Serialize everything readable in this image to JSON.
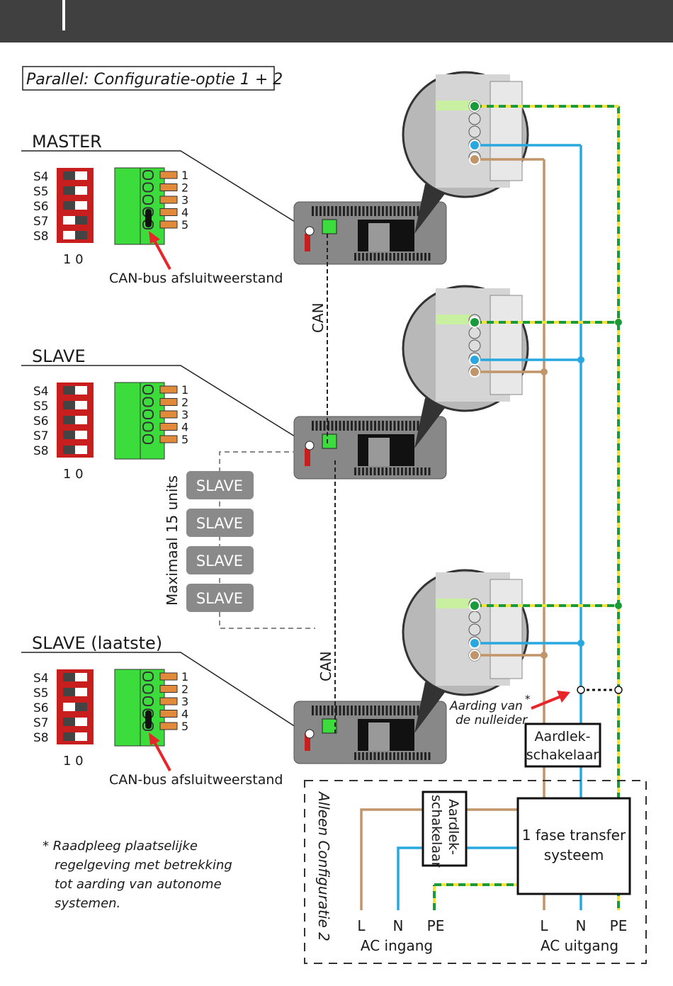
{
  "title": "Parallel: Configuratie-optie 1 + 2",
  "units": [
    {
      "label": "MASTER",
      "switches": [
        "S4",
        "S5",
        "S6",
        "S7",
        "S8"
      ],
      "switch_on": [
        true,
        true,
        true,
        false,
        false
      ],
      "terminator": true
    },
    {
      "label": "SLAVE",
      "switches": [
        "S4",
        "S5",
        "S6",
        "S7",
        "S8"
      ],
      "switch_on": [
        true,
        true,
        true,
        true,
        true
      ],
      "terminator": false
    },
    {
      "label": "SLAVE (laatste)",
      "switches": [
        "S4",
        "S5",
        "S6",
        "S7",
        "S8"
      ],
      "switch_on": [
        true,
        true,
        false,
        true,
        true
      ],
      "terminator": true
    }
  ],
  "switch_scale": "1 0",
  "terminal_pins": [
    "1",
    "2",
    "3",
    "4",
    "5"
  ],
  "terminator_label": "CAN-bus afsluitweerstand",
  "can_label": "CAN",
  "slave_stack": [
    "SLAVE",
    "SLAVE",
    "SLAVE",
    "SLAVE"
  ],
  "max_units": "Maximaal 15 units",
  "grounding_label_1": "Aarding van",
  "grounding_label_2": "de nulleider",
  "asterisk": "*",
  "rcd_1": "Aardlek-",
  "rcd_2": "schakelaar",
  "config2_label": "Alleen Configuratie 2",
  "transfer_1": "1 fase transfer",
  "transfer_2": "systeem",
  "ac_in": {
    "L": "L",
    "N": "N",
    "PE": "PE",
    "label": "AC ingang"
  },
  "ac_out": {
    "L": "L",
    "N": "N",
    "PE": "PE",
    "label": "AC uitgang"
  },
  "footnote": [
    "*  Raadpleeg plaatselijke",
    "regelgeving met betrekking",
    "tot aarding van autonome",
    "systemen."
  ],
  "colors": {
    "header": "#404040",
    "line": "#c0956a",
    "neutral": "#29a8e0",
    "earth_green": "#1a9a3a",
    "earth_yellow": "#f2e23a",
    "dip": "#c81e1e",
    "terminal": "#3ddc3d",
    "arrow": "#e8262a"
  }
}
